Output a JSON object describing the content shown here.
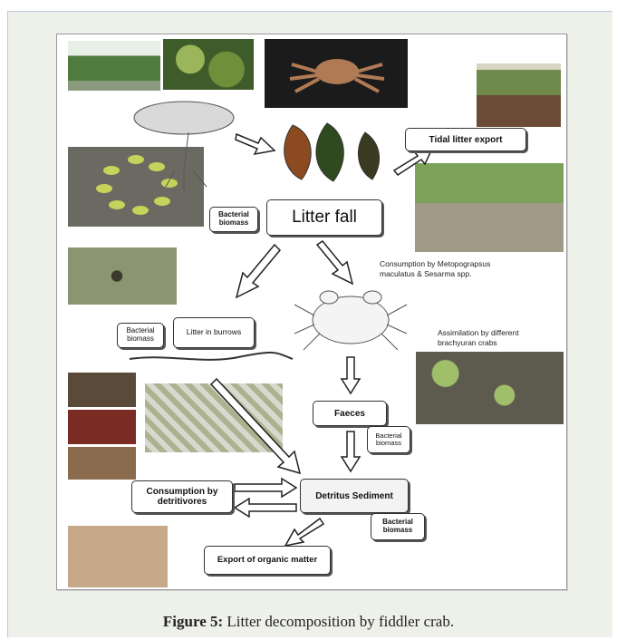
{
  "diagram": {
    "boxes": {
      "litter_fall": "Litter fall",
      "bacterial_biomass_top": "Bacterial biomass",
      "tidal_export": "Tidal litter export",
      "bacterial_biomass_left": "Bacterial biomass",
      "litter_in_burrows": "Litter in burrows",
      "faeces": "Faeces",
      "bacterial_biomass_faeces": "Bacterial biomass",
      "detritus_sediment": "Detritus Sediment",
      "consumption_detritivores": "Consumption by detritivores",
      "bacterial_biomass_bottom": "Bacterial biomass",
      "export_organic": "Export of organic matter"
    },
    "notes": {
      "consumption_crabs_line1": "Consumption by Metopograpsus",
      "consumption_crabs_line2": "maculatus & Sesarma spp.",
      "assimilation_line1": "Assimilation by different",
      "assimilation_line2": "brachyuran crabs"
    }
  },
  "caption": {
    "label": "Figure 5:",
    "text": " Litter decomposition by fiddler crab."
  }
}
